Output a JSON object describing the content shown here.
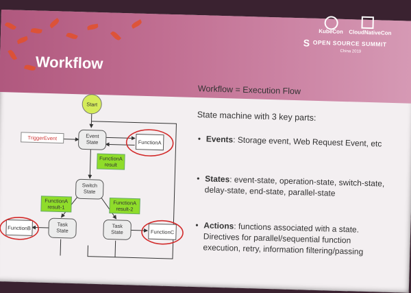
{
  "slide": {
    "title": "Workflow",
    "logos": {
      "kubecon": "KubeCon",
      "cloudnativecon": "CloudNativeCon",
      "oss": "OPEN SOURCE SUMMIT",
      "oss_s": "S",
      "event": "China 2019"
    }
  },
  "diagram": {
    "start": "Start",
    "trigger": "TriggerEvent",
    "event_state": "Event State",
    "function_a": "FunctionA",
    "function_a_result": "FunctionA result",
    "switch_state": "Switch State",
    "result_1": "FunctionA result-1",
    "result_2": "FunctionA result-2",
    "task_state_left": "Task State",
    "task_state_right": "Task State",
    "function_b": "FunctionB",
    "function_c": "FunctionC"
  },
  "text": {
    "heading": "Workflow =  Execution Flow",
    "subheading": "State machine with 3 key parts:",
    "bullets": [
      {
        "key": "Events",
        "rest": ": Storage event, Web Request Event, etc"
      },
      {
        "key": "States",
        "rest": ": event-state, operation-state, switch-state, delay-state, end-state, parallel-state"
      },
      {
        "key": "Actions",
        "rest": ": functions associated with a state. Directives for parallel/sequential function execution, retry, information filtering/passing"
      }
    ]
  },
  "colors": {
    "banner": "#b0587e",
    "start_node": "#d5ec5a",
    "result_box": "#8fdc2a",
    "trigger_text": "#d03a3a",
    "highlight_ellipse": "#d22a2a"
  }
}
